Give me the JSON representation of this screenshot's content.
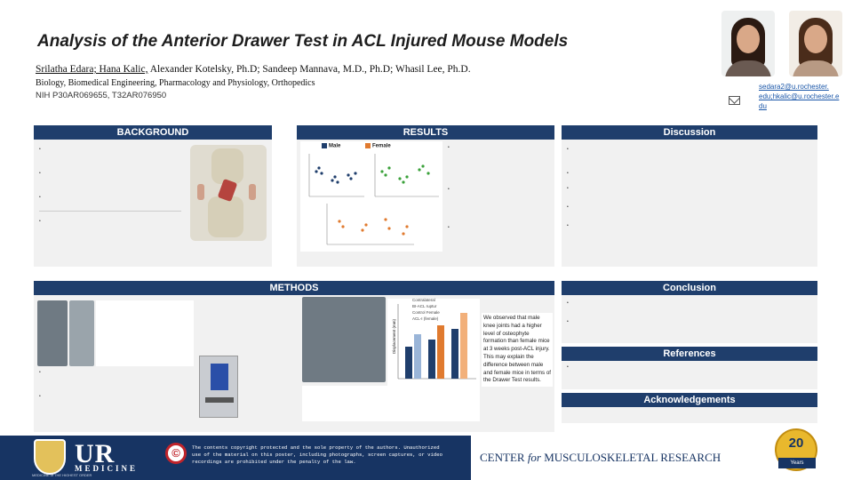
{
  "header": {
    "title": "Analysis of the Anterior Drawer Test in ACL Injured Mouse Models",
    "authors_underlined": "Srilatha Edara; Hana Kalic,",
    "authors_rest": " Alexander Kotelsky, Ph.D; Sandeep Mannava, M.D., Ph.D; Whasil Lee, Ph.D.",
    "department": "Biology, Biomedical Engineering, Pharmacology and Physiology, Orthopedics",
    "grant": "NIH P30AR069655, T32AR076950",
    "emails": [
      "sedara2@u.rochester.",
      "edu;hkalic@u.rochester.e",
      "du"
    ]
  },
  "sections": {
    "background": "BACKGROUND",
    "results": "RESULTS",
    "discussion": "Discussion",
    "methods": "METHODS",
    "conclusion": "Conclusion",
    "references": "References",
    "acknowledgements": "Acknowledgements"
  },
  "results_chart": {
    "legend_male": "Male",
    "legend_female": "Female"
  },
  "methods_chart": {
    "legend": [
      "Contralateral",
      "BI-ACL ruptur",
      "Control Female",
      "ACL-I (female)"
    ],
    "ylabel": "Displacement (mm)",
    "caption": "We observed that male knee joints had a higher level of osteophyte formation than female mice at 3 weeks post-ACL injury. This may explain the difference between male and female mice in terms of the Drawer Test results."
  },
  "colors": {
    "header_navy": "#1f3e6c",
    "panel_grey": "#f1f1f1",
    "footer_navy": "#173463",
    "badge_gold": "#e9b82d",
    "copyright_red": "#c0242b"
  },
  "footer": {
    "ur_logo": "UR",
    "ur_logo_sub": "MEDICINE",
    "ur_tagline": "MEDICINE of THE HIGHEST ORDER",
    "copyright_icon": "©",
    "copyright": "The contents copyright protected and the sole property of the authors. Unauthorized use of the material on this poster, including photographs, screen captures, or video recordings are prohibited under the penalty of the law.",
    "center_prefix": "CENTER ",
    "center_for": "for",
    "center_suffix": " MUSCULOSKELETAL RESEARCH",
    "badge_number": "20",
    "badge_years": "Years"
  }
}
